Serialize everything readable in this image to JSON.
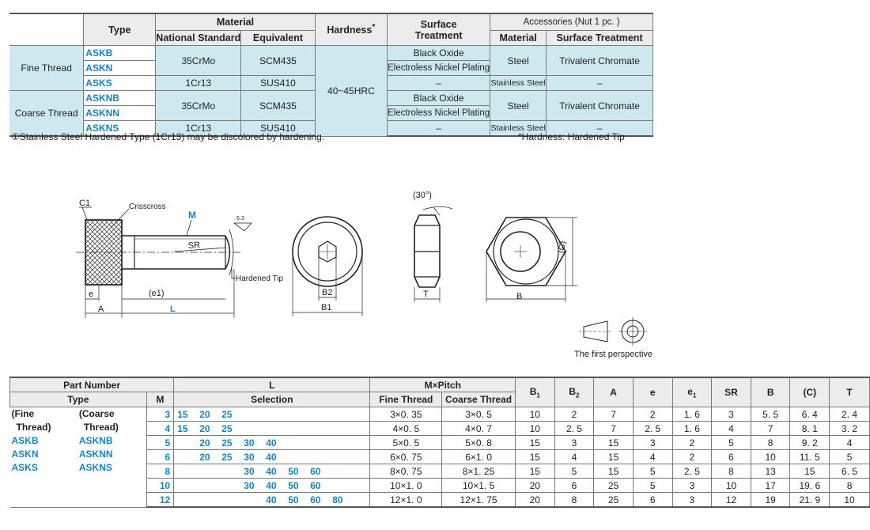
{
  "material_table": {
    "headers": {
      "type": "Type",
      "material": "Material",
      "national_standard": "National Standard",
      "equivalent": "Equivalent",
      "hardness": "Hardness",
      "hardness_mark": "*",
      "surface_treatment_l1": "Surface",
      "surface_treatment_l2": "Treatment",
      "accessories": "Accessories (Nut 1 pc. )",
      "acc_material": "Material",
      "acc_surface_treatment": "Surface Treatment"
    },
    "groups": [
      {
        "label": "Fine Thread",
        "codes": [
          "ASKB",
          "ASKN",
          "ASKS"
        ]
      },
      {
        "label": "Coarse Thread",
        "codes": [
          "ASKNB",
          "ASKNN",
          "ASKNS"
        ]
      }
    ],
    "rows_fine": {
      "steel_national": "35CrMo",
      "steel_equivalent": "SCM435",
      "treat_black": "Black Oxide",
      "treat_nickel": "Electroless Nickel Plating",
      "acc_steel": "Steel",
      "acc_trivalent": "Trivalent Chromate",
      "ss_national": "1Cr13",
      "ss_equivalent": "SUS410",
      "ss_treat": "–",
      "acc_ss": "Stainless Steel",
      "acc_ss_treat": "–"
    },
    "rows_coarse": {
      "steel_national": "35CrMo",
      "steel_equivalent": "SCM435",
      "treat_black": "Black Oxide",
      "treat_nickel": "Electroless Nickel Plating",
      "acc_steel": "Steel",
      "acc_trivalent": "Trivalent Chromate",
      "ss_national": "1Cr13",
      "ss_equivalent": "SUS410",
      "ss_treat": "–",
      "acc_ss": "Stainless Steel",
      "acc_ss_treat": "–"
    },
    "hardness_value": "40~45HRC"
  },
  "notes": {
    "discolor": "①Stainless Steel Hardened Type (1Cr13) may be discolored by hardening.",
    "hardness": "*Hardness: Hardened Tip"
  },
  "drawing": {
    "c1": "C1",
    "crisscross": "Crisscross",
    "m": "M",
    "sr": "SR",
    "hardened_tip": "Hardened Tip",
    "e": "e",
    "e1": "(e1)",
    "a": "A",
    "l": "L",
    "b2": "B2",
    "b1": "B1",
    "angle": "(30°)",
    "t": "T",
    "b": "B",
    "c": "(C)",
    "roughness": "6.3",
    "perspective": "The first perspective"
  },
  "part_table": {
    "headers": {
      "part_number": "Part Number",
      "type": "Type",
      "m": "M",
      "l": "L",
      "selection": "Selection",
      "m_pitch": "M×Pitch",
      "fine_thread": "Fine Thread",
      "coarse_thread": "Coarse Thread",
      "b1": "B1",
      "b2": "B2",
      "a": "A",
      "e": "e",
      "e1": "e1",
      "sr": "SR",
      "b": "B",
      "c": "(C)",
      "t": "T"
    },
    "type_labels": {
      "fine": "(Fine",
      "fine2": "Thread)",
      "coarse": "(Coarse",
      "coarse2": "Thread)",
      "fine_codes": [
        "ASKB",
        "ASKN",
        "ASKS"
      ],
      "coarse_codes": [
        "ASKNB",
        "ASKNN",
        "ASKNS"
      ]
    },
    "rows": [
      {
        "m": "3",
        "l": [
          "15",
          "20",
          "25",
          "",
          "",
          "",
          "",
          ""
        ],
        "fine": "3×0. 35",
        "coarse": "3×0. 5",
        "b1": "10",
        "b2": "2",
        "a": "7",
        "e": "2",
        "e1": "1. 6",
        "sr": "3",
        "b": "5. 5",
        "c": "6. 4",
        "t": "2. 4"
      },
      {
        "m": "4",
        "l": [
          "15",
          "20",
          "25",
          "",
          "",
          "",
          "",
          ""
        ],
        "fine": "4×0. 5",
        "coarse": "4×0. 7",
        "b1": "10",
        "b2": "2. 5",
        "a": "7",
        "e": "2. 5",
        "e1": "1. 6",
        "sr": "4",
        "b": "7",
        "c": "8. 1",
        "t": "3. 2"
      },
      {
        "m": "5",
        "l": [
          "",
          "20",
          "25",
          "30",
          "40",
          "",
          "",
          ""
        ],
        "fine": "5×0. 5",
        "coarse": "5×0. 8",
        "b1": "15",
        "b2": "3",
        "a": "15",
        "e": "3",
        "e1": "2",
        "sr": "5",
        "b": "8",
        "c": "9. 2",
        "t": "4"
      },
      {
        "m": "6",
        "l": [
          "",
          "20",
          "25",
          "30",
          "40",
          "",
          "",
          ""
        ],
        "fine": "6×0. 75",
        "coarse": "6×1. 0",
        "b1": "15",
        "b2": "4",
        "a": "15",
        "e": "4",
        "e1": "2",
        "sr": "6",
        "b": "10",
        "c": "11. 5",
        "t": "5"
      },
      {
        "m": "8",
        "l": [
          "",
          "",
          "",
          "30",
          "40",
          "50",
          "60",
          ""
        ],
        "fine": "8×0. 75",
        "coarse": "8×1. 25",
        "b1": "15",
        "b2": "5",
        "a": "15",
        "e": "5",
        "e1": "2. 5",
        "sr": "8",
        "b": "13",
        "c": "15",
        "t": "6. 5"
      },
      {
        "m": "10",
        "l": [
          "",
          "",
          "",
          "30",
          "40",
          "50",
          "60",
          ""
        ],
        "fine": "10×1. 0",
        "coarse": "10×1. 5",
        "b1": "20",
        "b2": "6",
        "a": "25",
        "e": "5",
        "e1": "3",
        "sr": "10",
        "b": "17",
        "c": "19. 6",
        "t": "8"
      },
      {
        "m": "12",
        "l": [
          "",
          "",
          "",
          "",
          "40",
          "50",
          "60",
          "80"
        ],
        "fine": "12×1. 0",
        "coarse": "12×1. 75",
        "b1": "20",
        "b2": "8",
        "a": "25",
        "e": "6",
        "e1": "3",
        "sr": "12",
        "b": "19",
        "c": "21. 9",
        "t": "10"
      }
    ]
  }
}
